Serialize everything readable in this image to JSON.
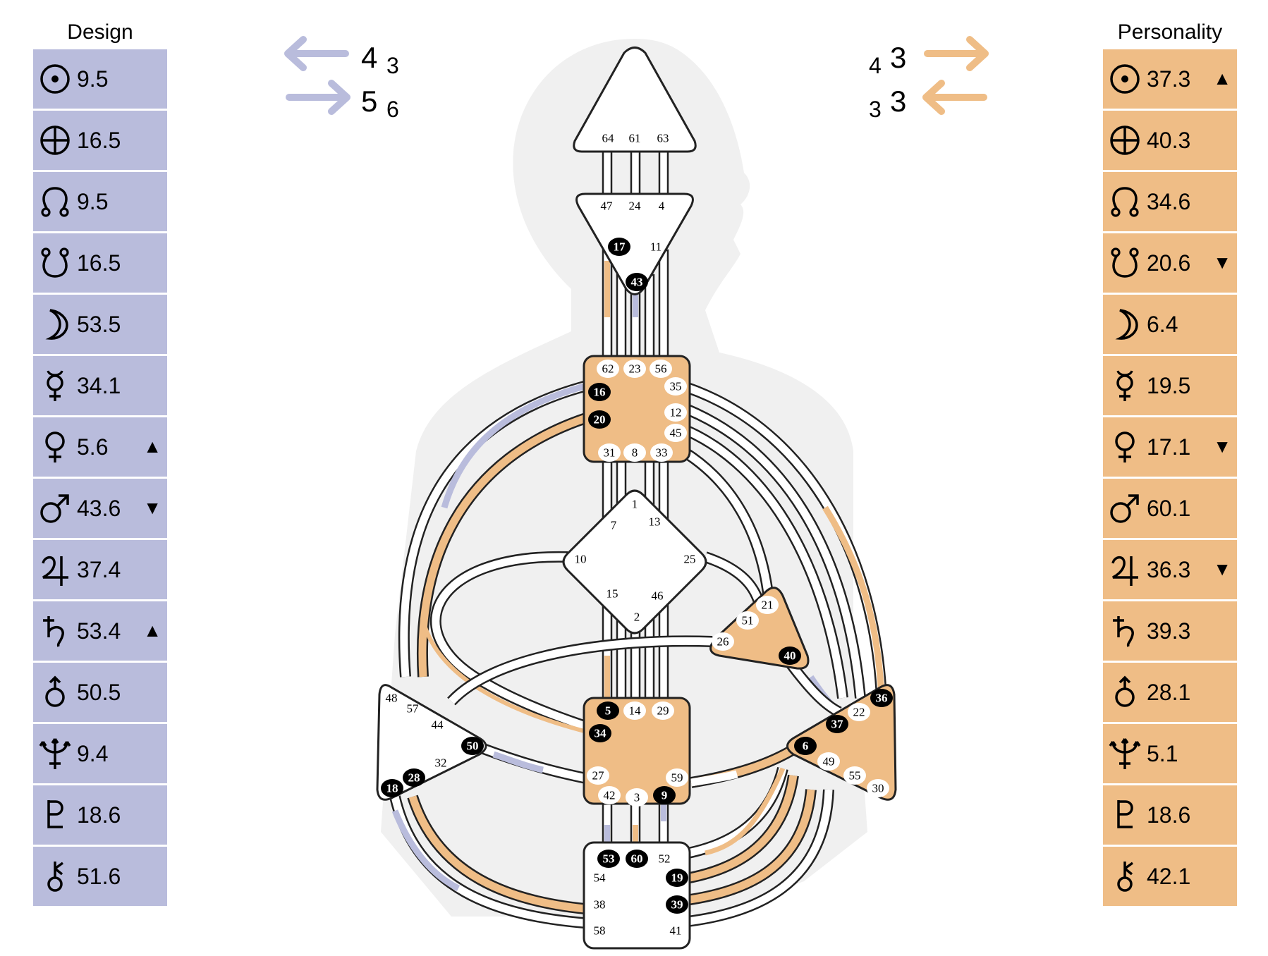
{
  "design": {
    "title": "Design",
    "variables": {
      "top_digit": "4",
      "top_sub": "3",
      "bottom_digit": "5",
      "bottom_sub": "6"
    },
    "planets": [
      {
        "icon": "sun-icon",
        "value": "9.5",
        "marker": ""
      },
      {
        "icon": "earth-icon",
        "value": "16.5",
        "marker": ""
      },
      {
        "icon": "north-node-icon",
        "value": "9.5",
        "marker": ""
      },
      {
        "icon": "south-node-icon",
        "value": "16.5",
        "marker": ""
      },
      {
        "icon": "moon-icon",
        "value": "53.5",
        "marker": ""
      },
      {
        "icon": "mercury-icon",
        "value": "34.1",
        "marker": ""
      },
      {
        "icon": "venus-icon",
        "value": "5.6",
        "marker": "▲"
      },
      {
        "icon": "mars-icon",
        "value": "43.6",
        "marker": "▼"
      },
      {
        "icon": "jupiter-icon",
        "value": "37.4",
        "marker": ""
      },
      {
        "icon": "saturn-icon",
        "value": "53.4",
        "marker": "▲"
      },
      {
        "icon": "uranus-icon",
        "value": "50.5",
        "marker": ""
      },
      {
        "icon": "neptune-icon",
        "value": "9.4",
        "marker": ""
      },
      {
        "icon": "pluto-icon",
        "value": "18.6",
        "marker": ""
      },
      {
        "icon": "chiron-icon",
        "value": "51.6",
        "marker": ""
      }
    ]
  },
  "personality": {
    "title": "Personality",
    "variables": {
      "top_sub": "4",
      "top_digit": "3",
      "bottom_sub": "3",
      "bottom_digit": "3"
    },
    "planets": [
      {
        "icon": "sun-icon",
        "value": "37.3",
        "marker": "▲"
      },
      {
        "icon": "earth-icon",
        "value": "40.3",
        "marker": ""
      },
      {
        "icon": "north-node-icon",
        "value": "34.6",
        "marker": ""
      },
      {
        "icon": "south-node-icon",
        "value": "20.6",
        "marker": "▼"
      },
      {
        "icon": "moon-icon",
        "value": "6.4",
        "marker": ""
      },
      {
        "icon": "mercury-icon",
        "value": "19.5",
        "marker": ""
      },
      {
        "icon": "venus-icon",
        "value": "17.1",
        "marker": "▼"
      },
      {
        "icon": "mars-icon",
        "value": "60.1",
        "marker": ""
      },
      {
        "icon": "jupiter-icon",
        "value": "36.3",
        "marker": "▼"
      },
      {
        "icon": "saturn-icon",
        "value": "39.3",
        "marker": ""
      },
      {
        "icon": "uranus-icon",
        "value": "28.1",
        "marker": ""
      },
      {
        "icon": "neptune-icon",
        "value": "5.1",
        "marker": ""
      },
      {
        "icon": "pluto-icon",
        "value": "18.6",
        "marker": ""
      },
      {
        "icon": "chiron-icon",
        "value": "42.1",
        "marker": ""
      }
    ]
  },
  "colors": {
    "design": "#b9bcdc",
    "personality": "#efbd86",
    "defined_center": "#efbd86",
    "silhouette": "#f0f0f0"
  },
  "centers": {
    "head": {
      "gates": [
        "64",
        "61",
        "63"
      ],
      "active": []
    },
    "ajna": {
      "gates": [
        "47",
        "24",
        "4",
        "17",
        "11",
        "43"
      ],
      "active": [
        "17",
        "43"
      ]
    },
    "throat": {
      "gates": [
        "62",
        "23",
        "56",
        "35",
        "16",
        "12",
        "20",
        "45",
        "31",
        "8",
        "33"
      ],
      "active": [
        "16",
        "20"
      ]
    },
    "g": {
      "gates": [
        "1",
        "7",
        "13",
        "10",
        "25",
        "15",
        "46",
        "2"
      ],
      "active": []
    },
    "heart": {
      "gates": [
        "21",
        "51",
        "26",
        "40"
      ],
      "active": [
        "40"
      ]
    },
    "spleen": {
      "gates": [
        "48",
        "57",
        "44",
        "50",
        "32",
        "28",
        "18"
      ],
      "active": [
        "50",
        "28",
        "18"
      ]
    },
    "sacral": {
      "gates": [
        "5",
        "14",
        "29",
        "34",
        "27",
        "59",
        "42",
        "3",
        "9"
      ],
      "active": [
        "5",
        "34",
        "9"
      ]
    },
    "solar_plexus": {
      "gates": [
        "36",
        "22",
        "37",
        "6",
        "49",
        "55",
        "30"
      ],
      "active": [
        "36",
        "37",
        "6"
      ]
    },
    "root": {
      "gates": [
        "53",
        "60",
        "52",
        "54",
        "19",
        "38",
        "39",
        "58",
        "41"
      ],
      "active": [
        "53",
        "60",
        "19",
        "39"
      ]
    }
  }
}
